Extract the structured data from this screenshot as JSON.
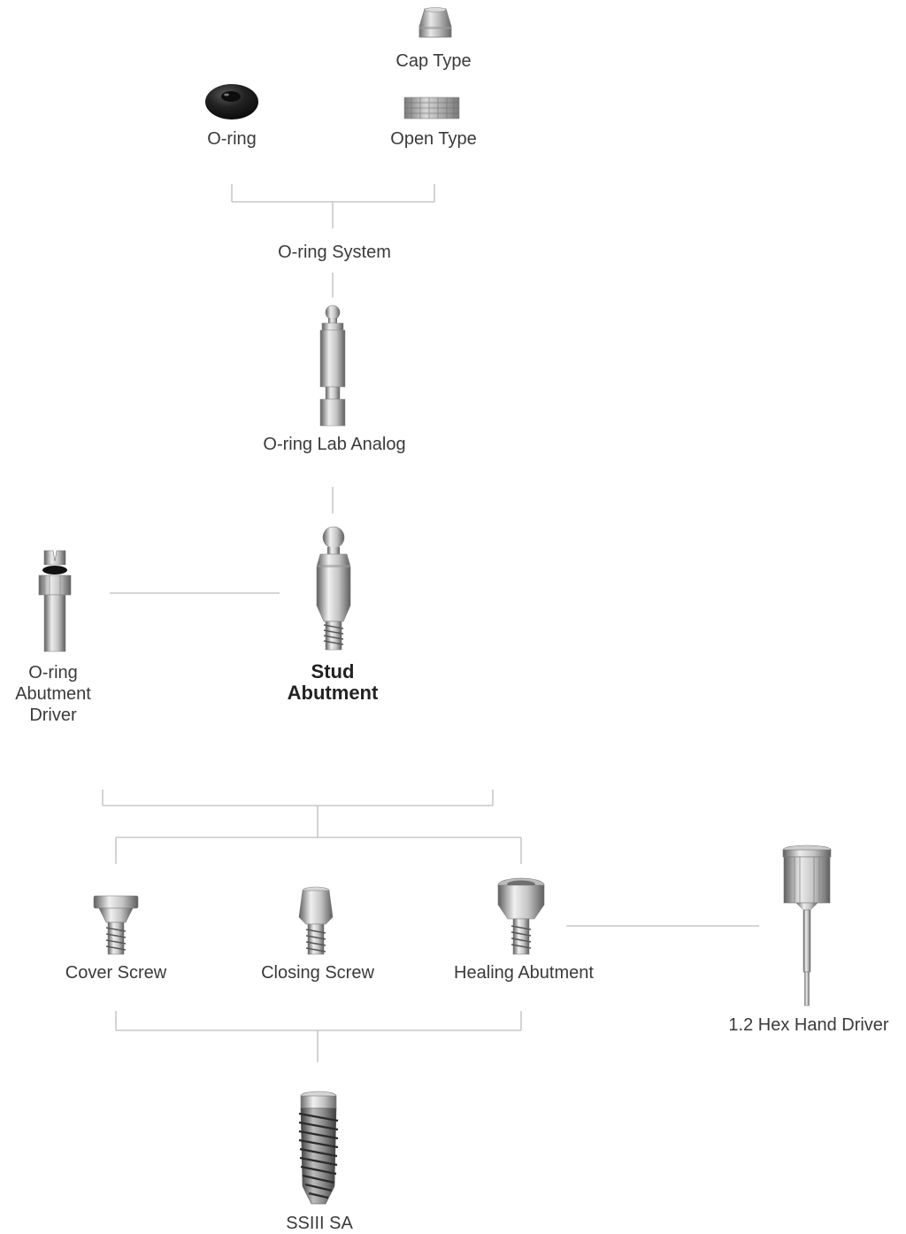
{
  "nodes": {
    "cap_type": "Cap Type",
    "o_ring": "O-ring",
    "open_type": "Open Type",
    "o_ring_system": "O-ring System",
    "o_ring_lab_analog": "O-ring Lab Analog",
    "o_ring_abutment_driver": [
      "O-ring",
      "Abutment",
      "Driver"
    ],
    "stud_abutment": [
      "Stud",
      "Abutment"
    ],
    "cover_screw": "Cover Screw",
    "closing_screw": "Closing Screw",
    "healing_abutment": "Healing Abutment",
    "hex_hand_driver": "1.2 Hex Hand Driver",
    "ssiii_sa": "SSIII SA"
  },
  "icons": {
    "cap_type": "cap-type-attachment-icon",
    "o_ring": "o-ring-icon",
    "open_type": "open-type-housing-icon",
    "o_ring_lab_analog": "lab-analog-icon",
    "o_ring_abutment_driver": "abutment-driver-icon",
    "stud_abutment": "stud-abutment-icon",
    "cover_screw": "cover-screw-icon",
    "closing_screw": "closing-screw-icon",
    "healing_abutment": "healing-abutment-icon",
    "hex_hand_driver": "hex-hand-driver-icon",
    "ssiii_sa": "implant-fixture-icon"
  },
  "colors": {
    "connector": "#bdbdbd",
    "metal_light": "#e6e6e6",
    "metal_mid": "#a9a9a9",
    "metal_dark": "#6e6e6e",
    "o_ring_black": "#1e1e1e"
  }
}
